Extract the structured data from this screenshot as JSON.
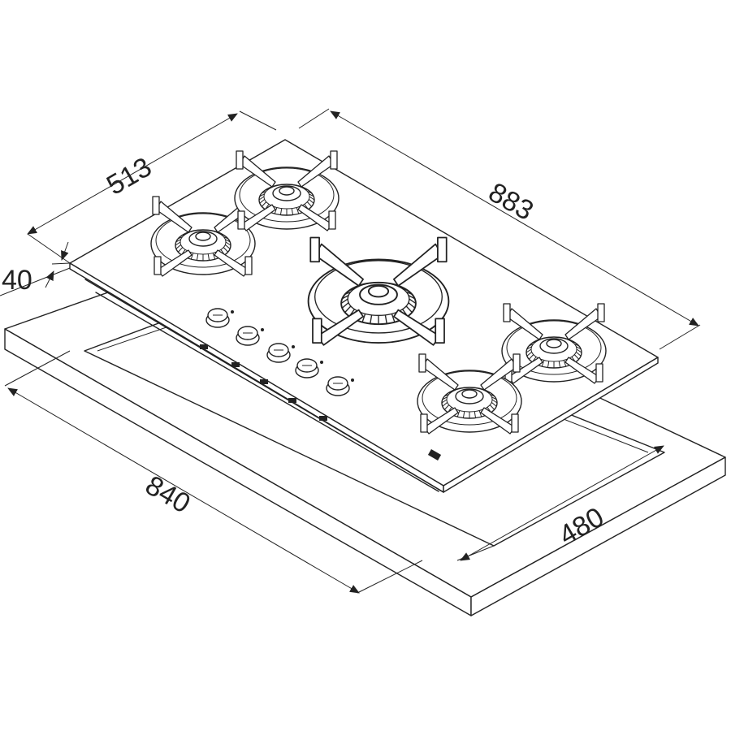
{
  "diagram": {
    "dimensions": {
      "depth_top": "513",
      "width_top": "883",
      "thickness": "40",
      "cutout_width": "840",
      "cutout_depth": "480"
    },
    "burners": 5,
    "knobs": 5
  }
}
